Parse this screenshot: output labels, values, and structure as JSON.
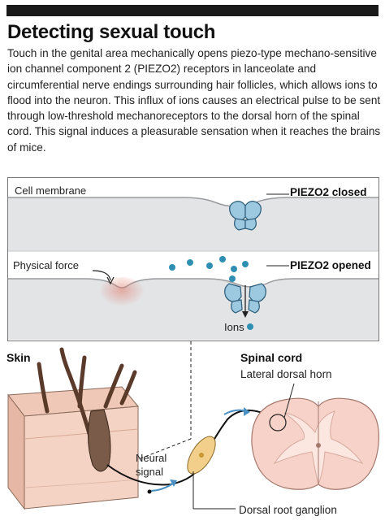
{
  "header": {
    "title": "Detecting sexual touch",
    "intro": "Touch in the genital area mechanically opens piezo-type mechano-sensitive ion channel component 2 (PIEZO2) receptors in lanceolate and circumferential nerve endings surrounding hair follicles, which allows ions to flood into the neuron. This influx of ions causes an electrical pulse to be sent through low-threshold mechanoreceptors to the dorsal horn of the spinal cord. This signal induces a pleasurable sensation when it reaches the brains of mice."
  },
  "panel": {
    "cell_membrane_label": "Cell membrane",
    "piezo2_closed_label": "PIEZO2 closed",
    "physical_force_label": "Physical force",
    "piezo2_opened_label": "PIEZO2 opened",
    "ions_label": "Ions"
  },
  "lower": {
    "skin_label": "Skin",
    "neural_signal_label_1": "Neural",
    "neural_signal_label_2": "signal",
    "spinal_cord_label": "Spinal cord",
    "lateral_dorsal_horn_label": "Lateral dorsal horn",
    "drg_label": "Dorsal root ganglion"
  },
  "colors": {
    "membrane_fill": "#e3e4e6",
    "membrane_edge": "#9a9b9e",
    "channel_blue": "#9cc8e0",
    "ion_blue": "#2f8fb3",
    "skin_pink": "#f4d3c4",
    "spinal_pink": "#f6d2c8",
    "ganglion_gold": "#f2cf8a"
  }
}
